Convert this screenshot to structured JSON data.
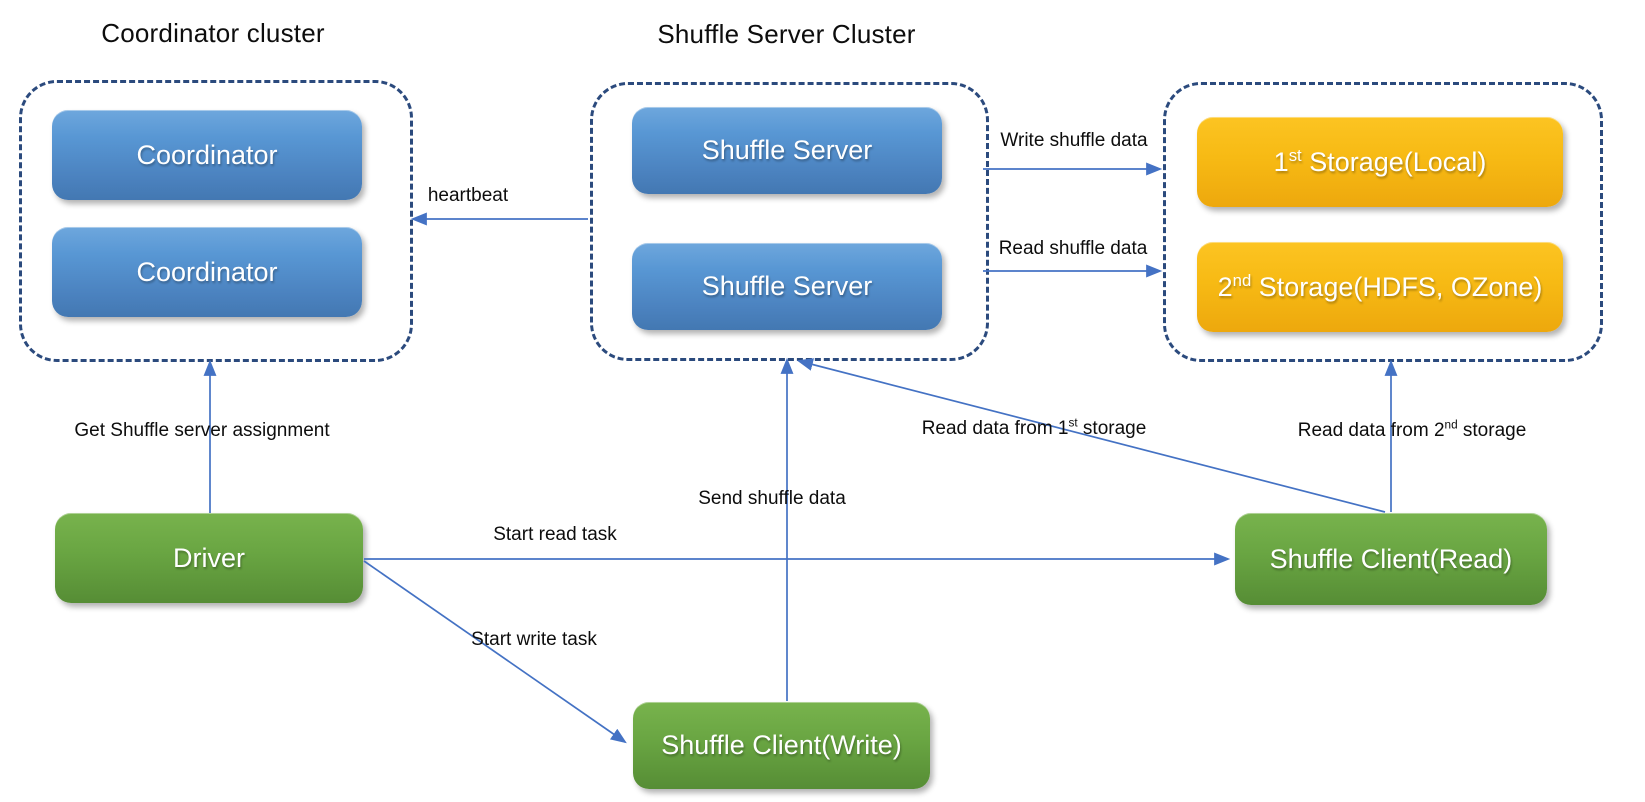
{
  "diagram": {
    "coordinator_cluster": {
      "title": "Coordinator cluster",
      "node1": "Coordinator",
      "node2": "Coordinator"
    },
    "shuffle_cluster": {
      "title": "Shuffle Server Cluster",
      "node1": "Shuffle Server",
      "node2": "Shuffle Server"
    },
    "storage_cluster": {
      "node1": {
        "base": "1",
        "sup": "st",
        "rest": " Storage(Local)"
      },
      "node2": {
        "base": "2",
        "sup": "nd",
        "rest": " Storage(HDFS, OZone)"
      }
    },
    "driver": "Driver",
    "shuffle_client_read": "Shuffle Client(Read)",
    "shuffle_client_write": "Shuffle Client(Write)",
    "labels": {
      "heartbeat": "heartbeat",
      "write_shuffle": "Write shuffle data",
      "read_shuffle": "Read shuffle data",
      "get_assignment": "Get Shuffle server assignment",
      "send_shuffle": "Send shuffle data",
      "read_first": {
        "pre": "Read data from 1",
        "sup": "st",
        "post": " storage"
      },
      "read_second": {
        "pre": "Read data from 2",
        "sup": "nd",
        "post": " storage"
      },
      "start_read": "Start read task",
      "start_write": "Start write task"
    }
  },
  "colors": {
    "node_blue": "#5897d4",
    "node_yellow": "#f7ba14",
    "node_green": "#69a542",
    "cluster_border": "#2b4a7d",
    "arrow": "#4472c4",
    "label_text": "#0d0d0d",
    "background": "#ffffff"
  }
}
